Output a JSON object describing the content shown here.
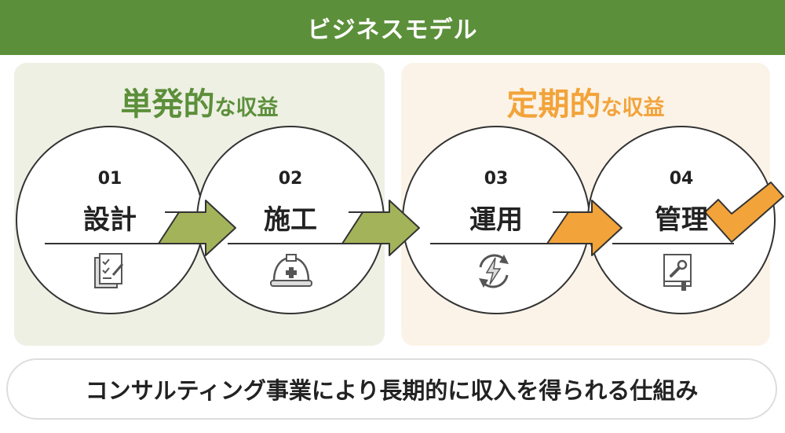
{
  "header": {
    "title": "ビジネスモデル"
  },
  "left_panel": {
    "title_main": "単発的",
    "title_sub": "な収益"
  },
  "right_panel": {
    "title_main": "定期的",
    "title_sub": "な収益"
  },
  "steps": [
    {
      "number": "01",
      "label": "設計",
      "icon": "checklist-document-icon"
    },
    {
      "number": "02",
      "label": "施工",
      "icon": "hard-hat-icon"
    },
    {
      "number": "03",
      "label": "運用",
      "icon": "power-cycle-icon"
    },
    {
      "number": "04",
      "label": "管理",
      "icon": "wrench-manual-icon"
    }
  ],
  "footer": {
    "text": "コンサルティング事業により長期的に収入を得られる仕組み"
  },
  "colors": {
    "green": "#5c8f3a",
    "olive_arrow": "#a3b35a",
    "orange": "#f2a33a",
    "green_panel_bg": "#eef0e4",
    "orange_panel_bg": "#fcf3e8"
  }
}
